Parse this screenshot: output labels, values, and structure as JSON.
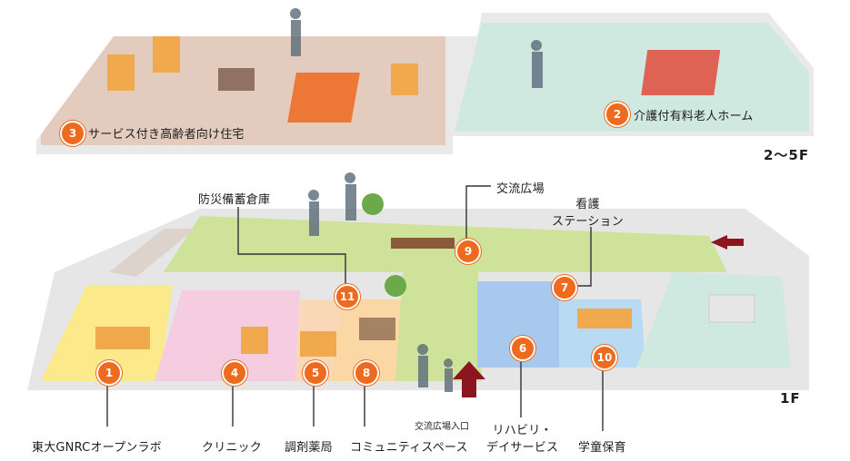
{
  "floors": {
    "upper": "2〜5F",
    "ground": "1F"
  },
  "upper_areas": [
    {
      "number": "3",
      "label": "サービス付き高齢者向け住宅"
    },
    {
      "number": "2",
      "label": "介護付有料老人ホーム"
    }
  ],
  "ground_areas": [
    {
      "number": "1",
      "label": "東大GNRCオープンラボ"
    },
    {
      "number": "4",
      "label": "クリニック"
    },
    {
      "number": "5",
      "label": "調剤薬局"
    },
    {
      "number": "8",
      "label": "コミュニティスペース"
    },
    {
      "number": "6",
      "label_line1": "リハビリ・",
      "label_line2": "デイサービス"
    },
    {
      "number": "10",
      "label": "学童保育"
    },
    {
      "number": "7",
      "label_line1": "看護",
      "label_line2": "ステーション"
    },
    {
      "number": "9",
      "label": "交流広場"
    },
    {
      "number": "11",
      "label": "防災備蓄倉庫"
    }
  ],
  "entrance_label": "交流広場入口",
  "colors": {
    "badge": "#ee6a1e",
    "upper_left_floor": "#e3cbbd",
    "upper_right_floor": "#cfe8e0",
    "plaza": "#cfe29a",
    "lab": "#fbe98c",
    "clinic": "#f6cde0",
    "pharmacy": "#f8d8b6",
    "community": "#fbd7a6",
    "rehab": "#a9c8ee",
    "gakudo": "#b9daf3",
    "nurse": "#cfe8e0",
    "arrow": "#8b1620"
  }
}
